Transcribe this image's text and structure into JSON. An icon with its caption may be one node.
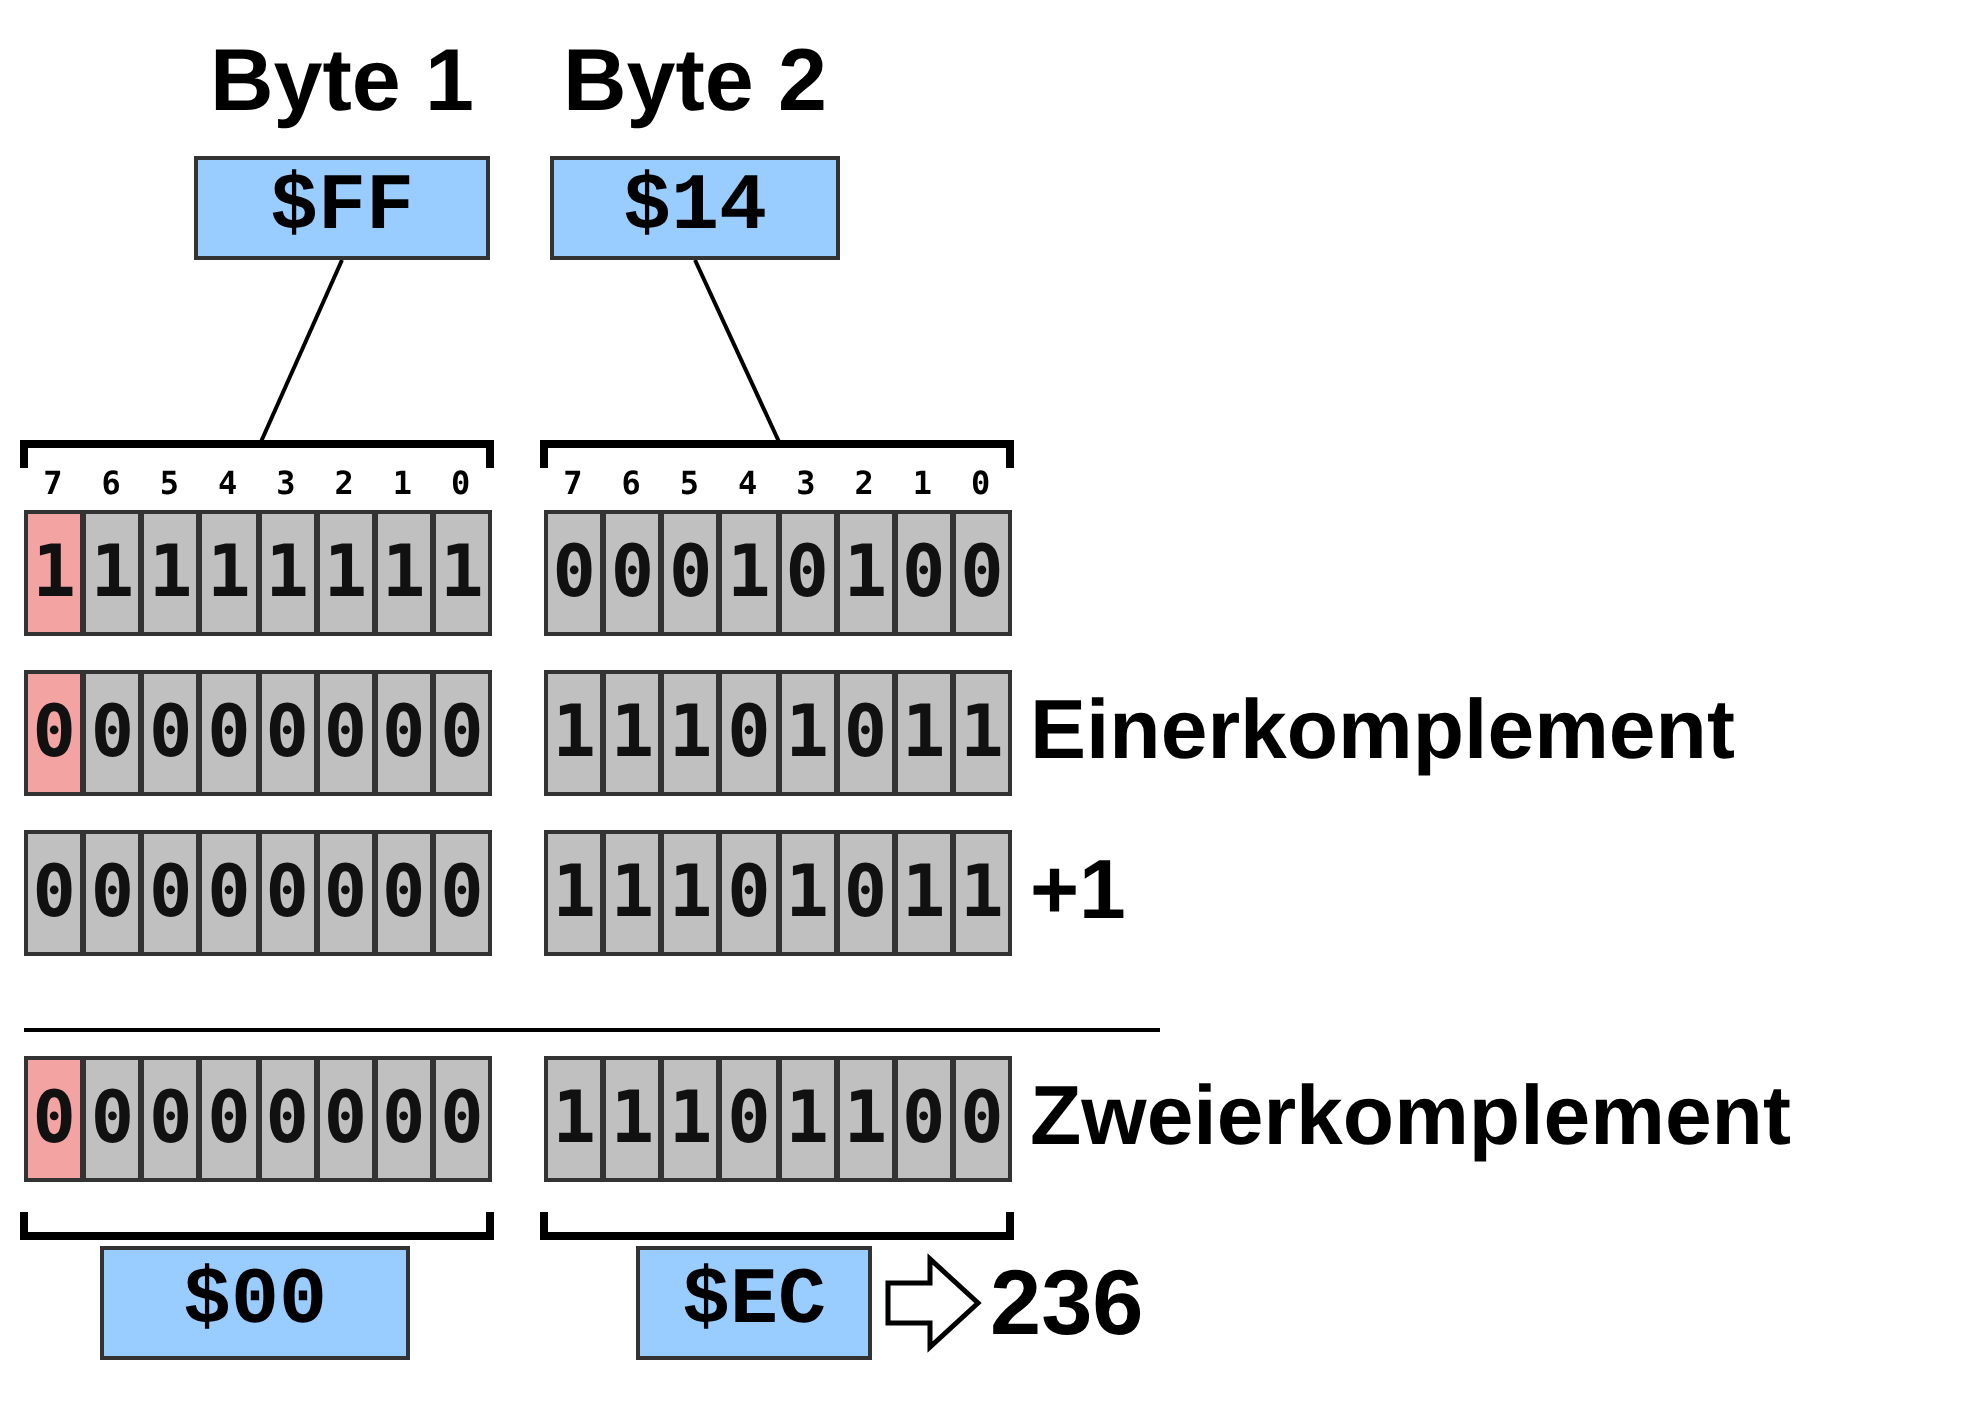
{
  "diagram": {
    "nodes": [
      {
        "text": [
          "Byte 1",
          "$FF"
        ]
      },
      {
        "text": [
          "Byte 2",
          "$14"
        ]
      },
      {
        "text": [],
        "shape": "bracket"
      },
      {
        "text": [],
        "shape": "bracket"
      },
      {
        "text": [
          "1"
        ]
      },
      {
        "text": [
          "1"
        ]
      },
      {
        "text": [
          "1"
        ]
      },
      {
        "text": [
          "1"
        ]
      },
      {
        "text": [
          "1"
        ]
      },
      {
        "text": [
          "1"
        ]
      },
      {
        "text": [
          "1"
        ]
      },
      {
        "text": [
          "1"
        ]
      },
      {
        "text": [
          "0"
        ]
      },
      {
        "text": [
          "0"
        ]
      },
      {
        "text": [
          "0"
        ]
      },
      {
        "text": [
          "1"
        ]
      },
      {
        "text": [
          "0"
        ]
      },
      {
        "text": [
          "1"
        ]
      },
      {
        "text": [
          "0"
        ]
      },
      {
        "text": [
          "0"
        ]
      },
      {
        "text": [
          "0"
        ]
      },
      {
        "text": [
          "0"
        ]
      },
      {
        "text": [
          "0"
        ]
      },
      {
        "text": [
          "0"
        ]
      },
      {
        "text": [
          "0"
        ]
      },
      {
        "text": [
          "0"
        ]
      },
      {
        "text": [
          "0"
        ]
      },
      {
        "text": [
          "0"
        ]
      },
      {
        "text": [
          "1"
        ]
      },
      {
        "text": [
          "1"
        ]
      },
      {
        "text": [
          "1"
        ]
      },
      {
        "text": [
          "0"
        ]
      },
      {
        "text": [
          "1"
        ]
      },
      {
        "text": [
          "0"
        ]
      },
      {
        "text": [
          "1"
        ]
      },
      {
        "text": [
          "1"
        ]
      },
      {
        "text": [
          "0"
        ]
      },
      {
        "text": [
          "0"
        ]
      },
      {
        "text": [
          "0"
        ]
      },
      {
        "text": [
          "0"
        ]
      },
      {
        "text": [
          "0"
        ]
      },
      {
        "text": [
          "0"
        ]
      },
      {
        "text": [
          "0"
        ]
      },
      {
        "text": [
          "0"
        ]
      },
      {
        "text": [
          "1"
        ]
      },
      {
        "text": [
          "1"
        ]
      },
      {
        "text": [
          "1"
        ]
      },
      {
        "text": [
          "0"
        ]
      },
      {
        "text": [
          "1"
        ]
      },
      {
        "text": [
          "0"
        ]
      },
      {
        "text": [
          "1"
        ]
      },
      {
        "text": [
          "1"
        ]
      },
      {
        "text": [
          "0"
        ]
      },
      {
        "text": [
          "0"
        ]
      },
      {
        "text": [
          "0"
        ]
      },
      {
        "text": [
          "0"
        ]
      },
      {
        "text": [
          "0"
        ]
      },
      {
        "text": [
          "0"
        ]
      },
      {
        "text": [
          "0"
        ]
      },
      {
        "text": [
          "0"
        ]
      },
      {
        "text": [
          "1"
        ]
      },
      {
        "text": [
          "1"
        ]
      },
      {
        "text": [
          "1"
        ]
      },
      {
        "text": [
          "0"
        ]
      },
      {
        "text": [
          "1"
        ]
      },
      {
        "text": [
          "1"
        ]
      },
      {
        "text": [
          "0"
        ]
      },
      {
        "text": [
          "0"
        ]
      },
      {
        "text": [
          "$00"
        ]
      },
      {
        "text": [
          "$EC"
        ]
      },
      {
        "text": [
          "236"
        ]
      }
    ],
    "edges": [
      {
        "from": 0,
        "to": 2,
        "arrow": "none"
      },
      {
        "from": 1,
        "to": 3,
        "arrow": "none"
      },
      {
        "from": 69,
        "to": 70,
        "arrow": "to"
      }
    ],
    "labels": [
      "7",
      "6",
      "5",
      "4",
      "3",
      "2",
      "1",
      "0",
      "7",
      "6",
      "5",
      "4",
      "3",
      "2",
      "1",
      "0",
      "Einerkomplement",
      "+1",
      "Zweierkomplement"
    ]
  }
}
